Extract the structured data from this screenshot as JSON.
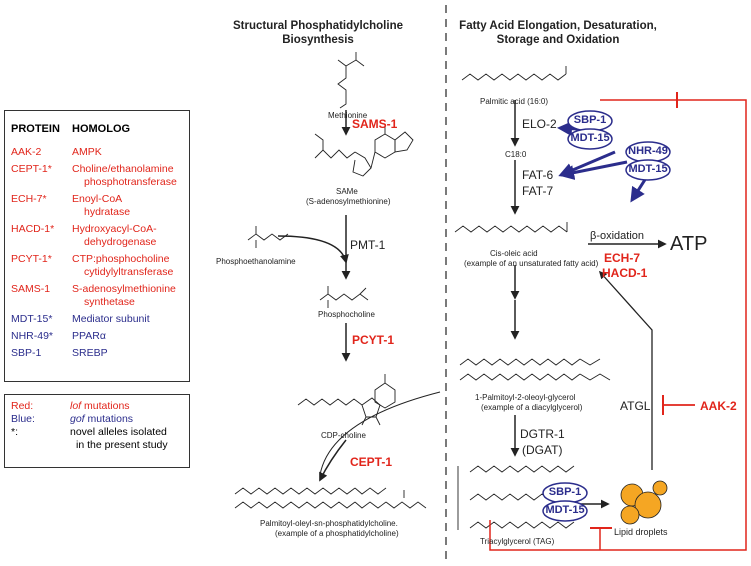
{
  "headers": {
    "left": "Structural Phosphatidylcholine Biosynthesis",
    "right": "Fatty Acid Elongation, Desaturation, Storage and Oxidation"
  },
  "legend": {
    "col_protein": "PROTEIN",
    "col_homolog": "HOMOLOG",
    "rows": [
      {
        "protein": "AAK-2",
        "homolog": "AMPK",
        "color": "#e1251b"
      },
      {
        "protein": "CEPT-1*",
        "homolog": "Choline/ethanolamine",
        "homolog2": "phosphotransferase",
        "color": "#e1251b"
      },
      {
        "protein": "ECH-7*",
        "homolog": "Enoyl-CoA",
        "homolog2": "hydratase",
        "color": "#e1251b"
      },
      {
        "protein": "HACD-1*",
        "homolog": "Hydroxyacyl-CoA-",
        "homolog2": "dehydrogenase",
        "color": "#e1251b"
      },
      {
        "protein": "PCYT-1*",
        "homolog": "CTP:phosphocholine",
        "homolog2": "cytidylyltransferase",
        "color": "#e1251b"
      },
      {
        "protein": "SAMS-1",
        "homolog": "S-adenosylmethionine",
        "homolog2": "synthetase",
        "color": "#e1251b"
      },
      {
        "protein": "MDT-15*",
        "homolog": "Mediator subunit",
        "color": "#2b2d8c"
      },
      {
        "protein": "NHR-49*",
        "homolog": "PPARα",
        "color": "#2b2d8c"
      },
      {
        "protein": "SBP-1",
        "homolog": "SREBP",
        "color": "#2b2d8c"
      }
    ],
    "key": {
      "red_label": "Red:",
      "red_prefix": "",
      "red_italic": "lof",
      "red_text": " mutations",
      "blue_label": "Blue:",
      "blue_italic": "gof",
      "blue_text": " mutations",
      "star_label": "*:",
      "star_text1": "novel alleles isolated",
      "star_text2": "in the present study"
    }
  },
  "left_pathway": {
    "methionine": "Methionine",
    "sams1": "SAMS-1",
    "same1": "SAMe",
    "same2": "(S-adenosylmethionine)",
    "pmt1": "PMT-1",
    "phosphoethanolamine": "Phosphoethanolamine",
    "phosphocholine": "Phosphocholine",
    "pcyt1": "PCYT-1",
    "cdp_choline": "CDP-choline",
    "cept1": "CEPT-1",
    "pc1": "Palmitoyl-oleyl-sn-phosphatidylcholine.",
    "pc2": "(example of a phosphatidylcholine)"
  },
  "right_pathway": {
    "palmitic": "Palmitic acid (16:0)",
    "elo2": "ELO-2",
    "c18": "C18:0",
    "fat6": "FAT-6",
    "fat7": "FAT-7",
    "cis1": "Cis-oleic acid",
    "cis2": "(example of an unsaturated fatty acid)",
    "boxid": "β-oxidation",
    "atp": "ATP",
    "ech7": "ECH-7",
    "hacd1": "HACD-1",
    "dag1": "1-Palmitoyl-2-oleoyl-glycerol",
    "dag2": "(example of a diacylglycerol)",
    "dgtr1": "DGTR-1",
    "dgat": "(DGAT)",
    "atgl": "ATGL",
    "aak2": "AAK-2",
    "tag": "Triacylglycerol (TAG)",
    "lipid": "Lipid droplets",
    "sbp1": "SBP-1",
    "mdt15": "MDT-15",
    "nhr49": "NHR-49"
  },
  "colors": {
    "red": "#e1251b",
    "blue": "#2b2d8c",
    "lipid": "#f5a623"
  }
}
